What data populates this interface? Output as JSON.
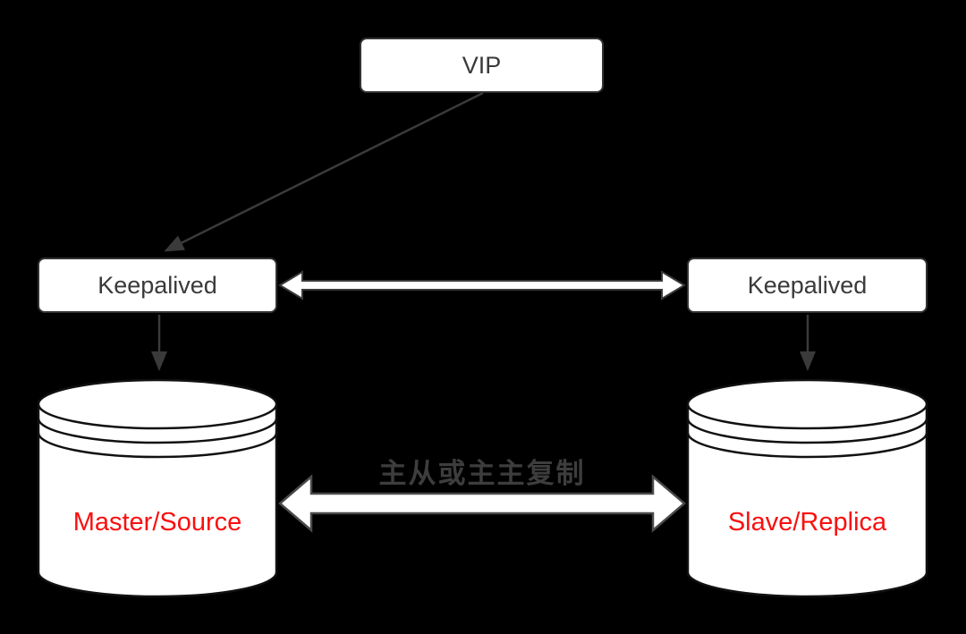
{
  "diagram": {
    "title_note": "Keepalived + MySQL master/slave high-availability diagram",
    "background_color": "#000000",
    "nodes": {
      "vip": {
        "label": "VIP"
      },
      "keepalived_left": {
        "label": "Keepalived"
      },
      "keepalived_right": {
        "label": "Keepalived"
      },
      "database_master": {
        "label": "Master/Source",
        "label_color": "#fa0f0f"
      },
      "database_slave": {
        "label": "Slave/Replica",
        "label_color": "#fa0f0f"
      }
    },
    "edges": {
      "vip_to_keepalived_left": {
        "type": "arrow",
        "direction": "one-way"
      },
      "keepalived_heartbeat": {
        "type": "double-arrow",
        "direction": "two-way"
      },
      "keepalived_left_to_master": {
        "type": "arrow",
        "direction": "one-way"
      },
      "keepalived_right_to_slave": {
        "type": "arrow",
        "direction": "one-way"
      },
      "replication": {
        "type": "double-arrow",
        "direction": "two-way",
        "label": "主从或主主复制"
      }
    },
    "colors": {
      "node_fill": "#ffffff",
      "node_border": "#333333",
      "node_text": "#3a3a3a",
      "arrow_dark": "#3a3a3a",
      "double_arrow_fill": "#ffffff",
      "cylinder_stroke": "#111111",
      "replication_label_text": "#3d3d3d"
    }
  }
}
